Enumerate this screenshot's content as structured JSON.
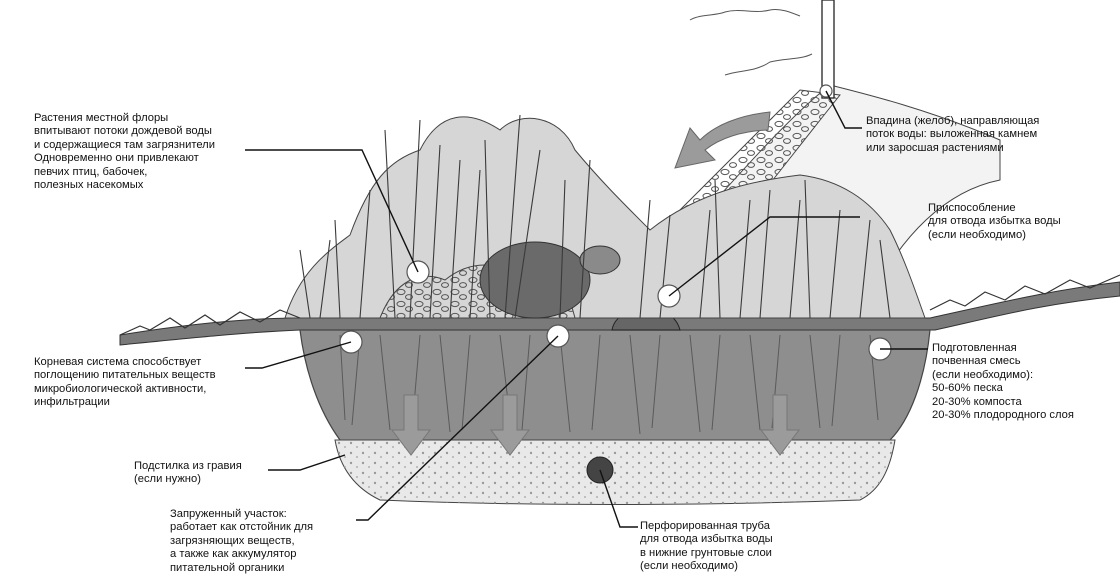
{
  "labels": {
    "native_plants": "Растения местной флоры\nвпитывают потоки дождевой воды\nи содержащиеся там загрязнители\nОдновременно они привлекают\nпевчих птиц, бабочек,\nполезных насекомых",
    "swale": "Впадина (желоб), направляющая\nпоток воды: выложенная камнем\nили заросшая растениями",
    "overflow_device": "Приспособление\nдля отвода избытка воды\n(если необходимо)",
    "roots": "Корневая система способствует\nпоглощению питательных веществ\nмикробиологической активности,\nинфильтрации",
    "soil_mix": "Подготовленная\nпочвенная смесь\n(если необходимо):\n50-60% песка\n20-30% компоста\n20-30% плодородного слоя",
    "gravel": "Подстилка из гравия\n(если нужно)",
    "ponding_area": "Запруженный участок:\nработает как отстойник для\nзагрязняющих веществ,\nа также как аккумулятор\nпитательной органики",
    "perforated_pipe": "Перфорированная труба\nдля отвода избытка воды\nв нижние грунтовые слои\n(если необходимо)"
  },
  "colors": {
    "ink": "#111111",
    "soil": "#8e8e8e",
    "soil_dark": "#6f6f6f",
    "gravel": "#e9e9e9",
    "plants": "#4a4a4a",
    "arrow": "#9b9b9b",
    "marker": "#ffffff"
  }
}
